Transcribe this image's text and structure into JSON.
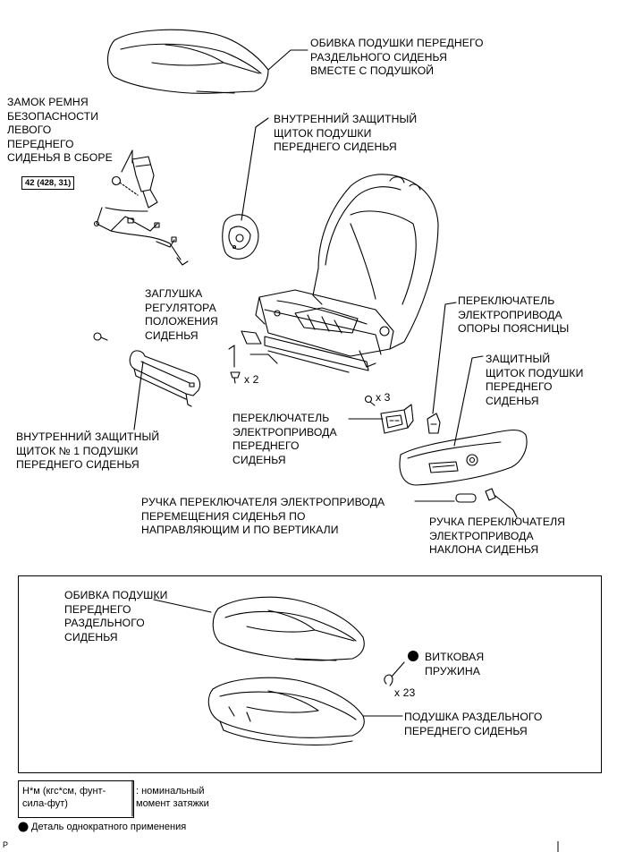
{
  "labels": {
    "cushion_cover": "ОБИВКА ПОДУШКИ ПЕРЕДНЕГО\nРАЗДЕЛЬНОГО СИДЕНЬЯ\nВМЕСТЕ С ПОДУШКОЙ",
    "belt_buckle": "ЗАМОК РЕМНЯ\nБЕЗОПАСНОСТИ\nЛЕВОГО\nПЕРЕДНЕГО\nСИДЕНЬЯ В СБОРЕ",
    "torque": "42 (428, 31)",
    "inner_shield": "ВНУТРЕННИЙ ЗАЩИТНЫЙ\nЩИТОК ПОДУШКИ\nПЕРЕДНЕГО СИДЕНЬЯ",
    "adjuster_cap": "ЗАГЛУШКА\nРЕГУЛЯТОРА\nПОЛОЖЕНИЯ\nСИДЕНЬЯ",
    "qty_x2": "x 2",
    "lumbar_switch": "ПЕРЕКЛЮЧАТЕЛЬ\nЭЛЕКТРОПРИВОДА\nОПОРЫ ПОЯСНИЦЫ",
    "qty_x3": "x 3",
    "power_seat_switch": "ПЕРЕКЛЮЧАТЕЛЬ\nЭЛЕКТРОПРИВОДА\nПЕРЕДНЕГО\nСИДЕНЬЯ",
    "outer_shield": "ЗАЩИТНЫЙ\nЩИТОК ПОДУШКИ\nПЕРЕДНЕГО\nСИДЕНЬЯ",
    "inner_shield_no1": "ВНУТРЕННИЙ ЗАЩИТНЫЙ\nЩИТОК № 1 ПОДУШКИ\nПЕРЕДНЕГО СИДЕНЬЯ",
    "slide_knob": "РУЧКА ПЕРЕКЛЮЧАТЕЛЯ ЭЛЕКТРОПРИВОДА\nПЕРЕМЕЩЕНИЯ СИДЕНЬЯ ПО\nНАПРАВЛЯЮЩИМ И ПО ВЕРТИКАЛИ",
    "recline_knob": "РУЧКА ПЕРЕКЛЮЧАТЕЛЯ\nЭЛЕКТРОПРИВОДА\nНАКЛОНА СИДЕНЬЯ",
    "detail_cover": "ОБИВКА ПОДУШКИ\nПЕРЕДНЕГО\nРАЗДЕЛЬНОГО\nСИДЕНЬЯ",
    "hog_ring": "ВИТКОВАЯ\nПРУЖИНА",
    "qty_x23": "x 23",
    "detail_pad": "ПОДУШКА РАЗДЕЛЬНОГО\nПЕРЕДНЕГО СИДЕНЬЯ"
  },
  "legend": {
    "torque_unit": "Н*м (кгс*см, фунт-\nсила-фут)",
    "torque_desc": ": номинальный\nмомент затяжки",
    "non_reusable": "Деталь однократного применения"
  },
  "footer_code": "P"
}
